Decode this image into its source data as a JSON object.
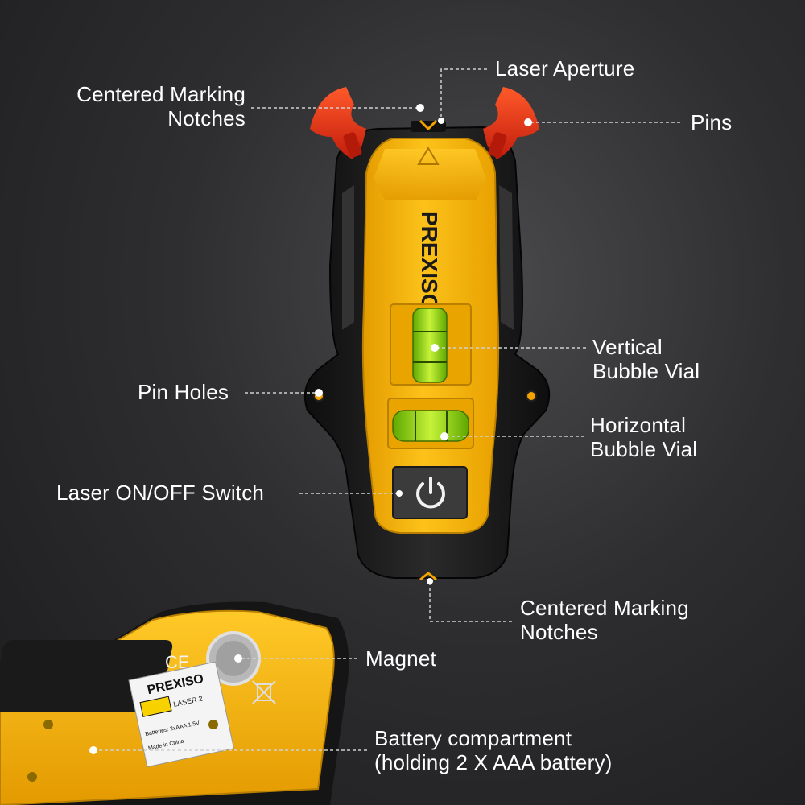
{
  "product": {
    "brand": "PREXISO",
    "label_ce": "CE",
    "label_laser": "LASER 2",
    "label_batteries": "Batteries: 2xAAA 1.5V",
    "label_origin": "Made in China"
  },
  "callouts": {
    "laser_aperture": "Laser Aperture",
    "marking_notches_top": [
      "Centered Marking",
      "Notches"
    ],
    "pins": "Pins",
    "vertical_vial": [
      "Vertical",
      "Bubble Vial"
    ],
    "pin_holes": "Pin Holes",
    "horizontal_vial": [
      "Horizontal",
      "Bubble Vial"
    ],
    "switch": "Laser ON/OFF Switch",
    "marking_notches_bottom": [
      "Centered Marking",
      "Notches"
    ],
    "magnet": "Magnet",
    "battery": [
      "Battery compartment",
      "(holding 2 X AAA battery)"
    ]
  },
  "colors": {
    "body_yellow": "#f7b600",
    "body_black": "#1a1a1a",
    "pin_red": "#e8321a",
    "vial_green": "#9be014",
    "accent_orange": "#f5a300"
  }
}
